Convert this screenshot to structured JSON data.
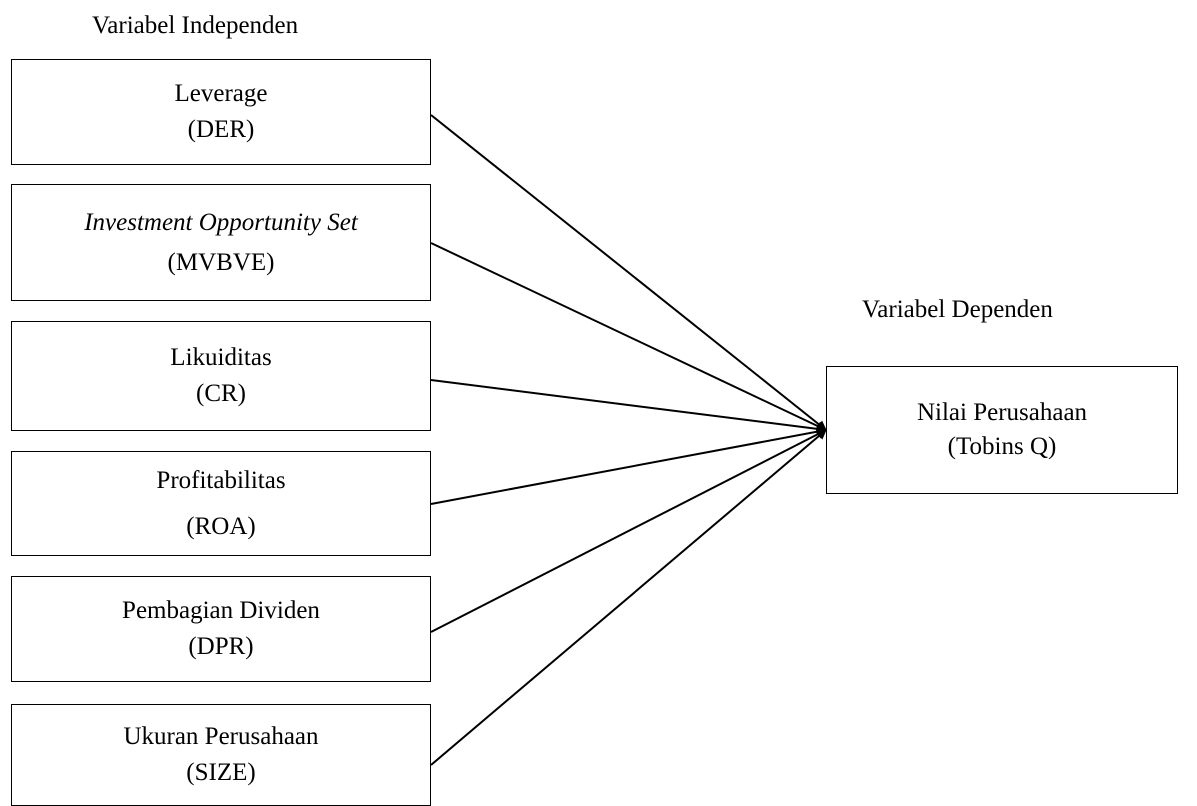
{
  "headings": {
    "independent": "Variabel Independen",
    "dependent": "Variabel Dependen"
  },
  "independent_variables": [
    {
      "name": "Leverage",
      "measure": "(DER)"
    },
    {
      "name": "Investment Opportunity Set",
      "measure": "(MVBVE)"
    },
    {
      "name": "Likuiditas",
      "measure": "(CR)"
    },
    {
      "name": "Profitabilitas",
      "measure": "(ROA)"
    },
    {
      "name": "Pembagian Dividen",
      "measure": "(DPR)"
    },
    {
      "name": "Ukuran Perusahaan",
      "measure": "(SIZE)"
    }
  ],
  "dependent_variable": {
    "name": "Nilai Perusahaan",
    "measure": "(Tobins Q)"
  },
  "colors": {
    "line": "#000000",
    "background": "#ffffff"
  }
}
